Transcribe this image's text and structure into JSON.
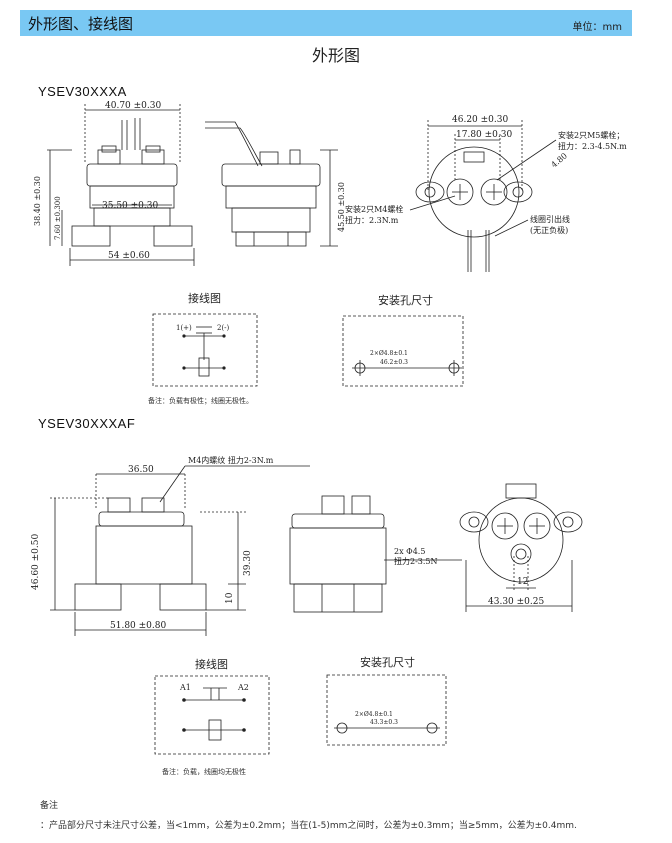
{
  "header": {
    "title": "外形图、接线图",
    "unit": "单位：mm",
    "bar_color": "#79c8f3"
  },
  "main_title": "外形图",
  "section1": {
    "model": "YSEV30XXXA",
    "dim_top_width": "40.70 ±0.30",
    "dim_height": "38.40 ±0.30",
    "dim_left_inner": "7.60 ±0.300",
    "dim_diameter": "35.50 ±0.30",
    "dim_base": "54 ±0.60",
    "dim_side_height": "45.50 ±0.30",
    "dim_top_right_outer": "46.20 ±0.30",
    "dim_top_right_inner": "17.80 ±0.30",
    "dim_hole": "4.80",
    "label_m5_line1": "安装2只M5螺栓；",
    "label_m5_line2": "扭力：2.3-4.5N.m",
    "label_m4_line1": "安装2只M4螺栓",
    "label_m4_line2": "扭力：2.3N.m",
    "label_wire_line1": "线圈引出线",
    "label_wire_line2": "(无正负极)",
    "wiring_title": "接线图",
    "mounting_title": "安装孔尺寸",
    "wiring_pos": "1(+)",
    "wiring_neg": "2(-)",
    "mount_hole": "2×Ø4.8±0.1",
    "mount_span": "46.2±0.3",
    "note": "备注：负载有极性；线圈无极性。"
  },
  "section2": {
    "model": "YSEV30XXXAF",
    "dim_diameter": "36.50",
    "label_m4": "M4内螺纹 扭力2-3N.m",
    "dim_height": "46.60 ±0.50",
    "dim_body_height": "39.30",
    "dim_foot": "10",
    "dim_base": "51.80 ±0.80",
    "label_hole_line1": "2x Φ4.5",
    "label_hole_line2": "扭力2-3.5N",
    "dim_12": "12",
    "dim_width_right": "43.30 ±0.25",
    "wiring_title": "接线图",
    "mounting_title": "安装孔尺寸",
    "wiring_a1": "A1",
    "wiring_a2": "A2",
    "mount_hole": "2×Ø4.8±0.1",
    "mount_span": "43.3±0.3",
    "note": "备注：负载，线圈均无极性"
  },
  "footer": {
    "label": "备注",
    "text": "：产品部分尺寸未注尺寸公差，当<1mm，公差为±0.2mm；当在(1-5)mm之间时，公差为±0.3mm；当≥5mm，公差为±0.4mm."
  }
}
